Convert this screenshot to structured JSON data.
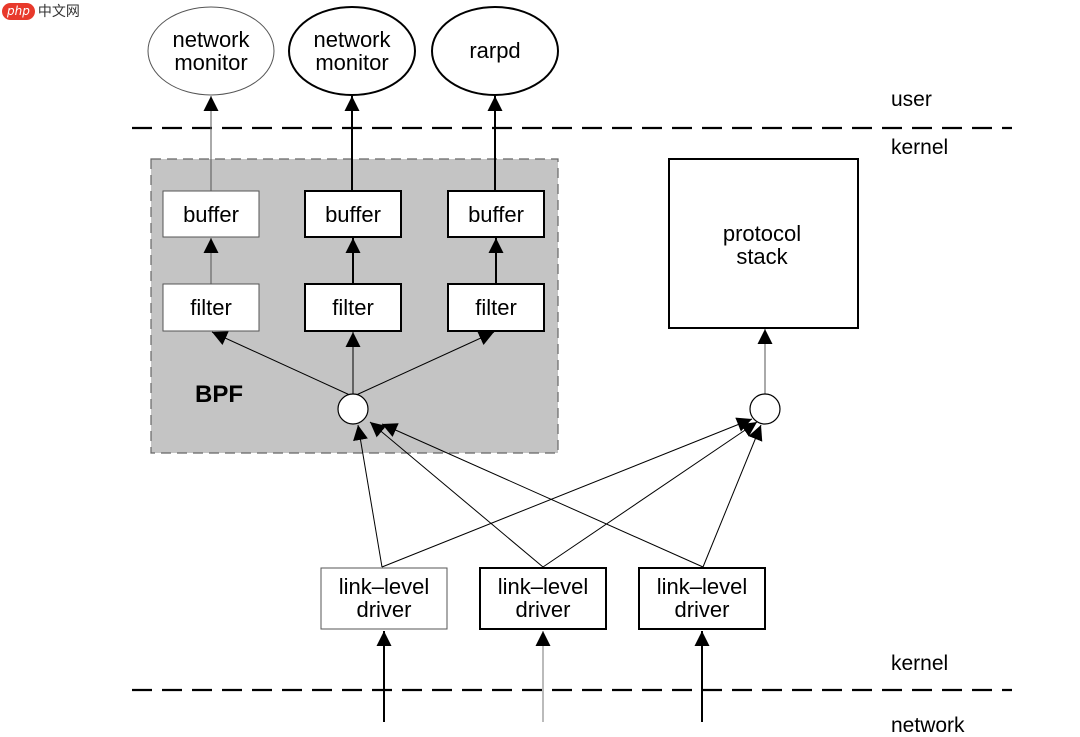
{
  "watermark": {
    "badge": "php",
    "text": "中文网"
  },
  "user_processes": [
    {
      "id": "nm1",
      "lines": [
        "network",
        "monitor"
      ]
    },
    {
      "id": "nm2",
      "lines": [
        "network",
        "monitor"
      ]
    },
    {
      "id": "rarpd",
      "lines": [
        "rarpd"
      ]
    }
  ],
  "bpf": {
    "label": "BPF",
    "buffers": [
      "buffer",
      "buffer",
      "buffer"
    ],
    "filters": [
      "filter",
      "filter",
      "filter"
    ]
  },
  "protocol_stack": {
    "lines": [
      "protocol",
      "stack"
    ]
  },
  "drivers": [
    {
      "lines": [
        "link–level",
        "driver"
      ]
    },
    {
      "lines": [
        "link–level",
        "driver"
      ]
    },
    {
      "lines": [
        "link–level",
        "driver"
      ]
    }
  ],
  "boundaries": {
    "user": "user",
    "kernel_upper": "kernel",
    "kernel_lower": "kernel",
    "network": "network"
  }
}
